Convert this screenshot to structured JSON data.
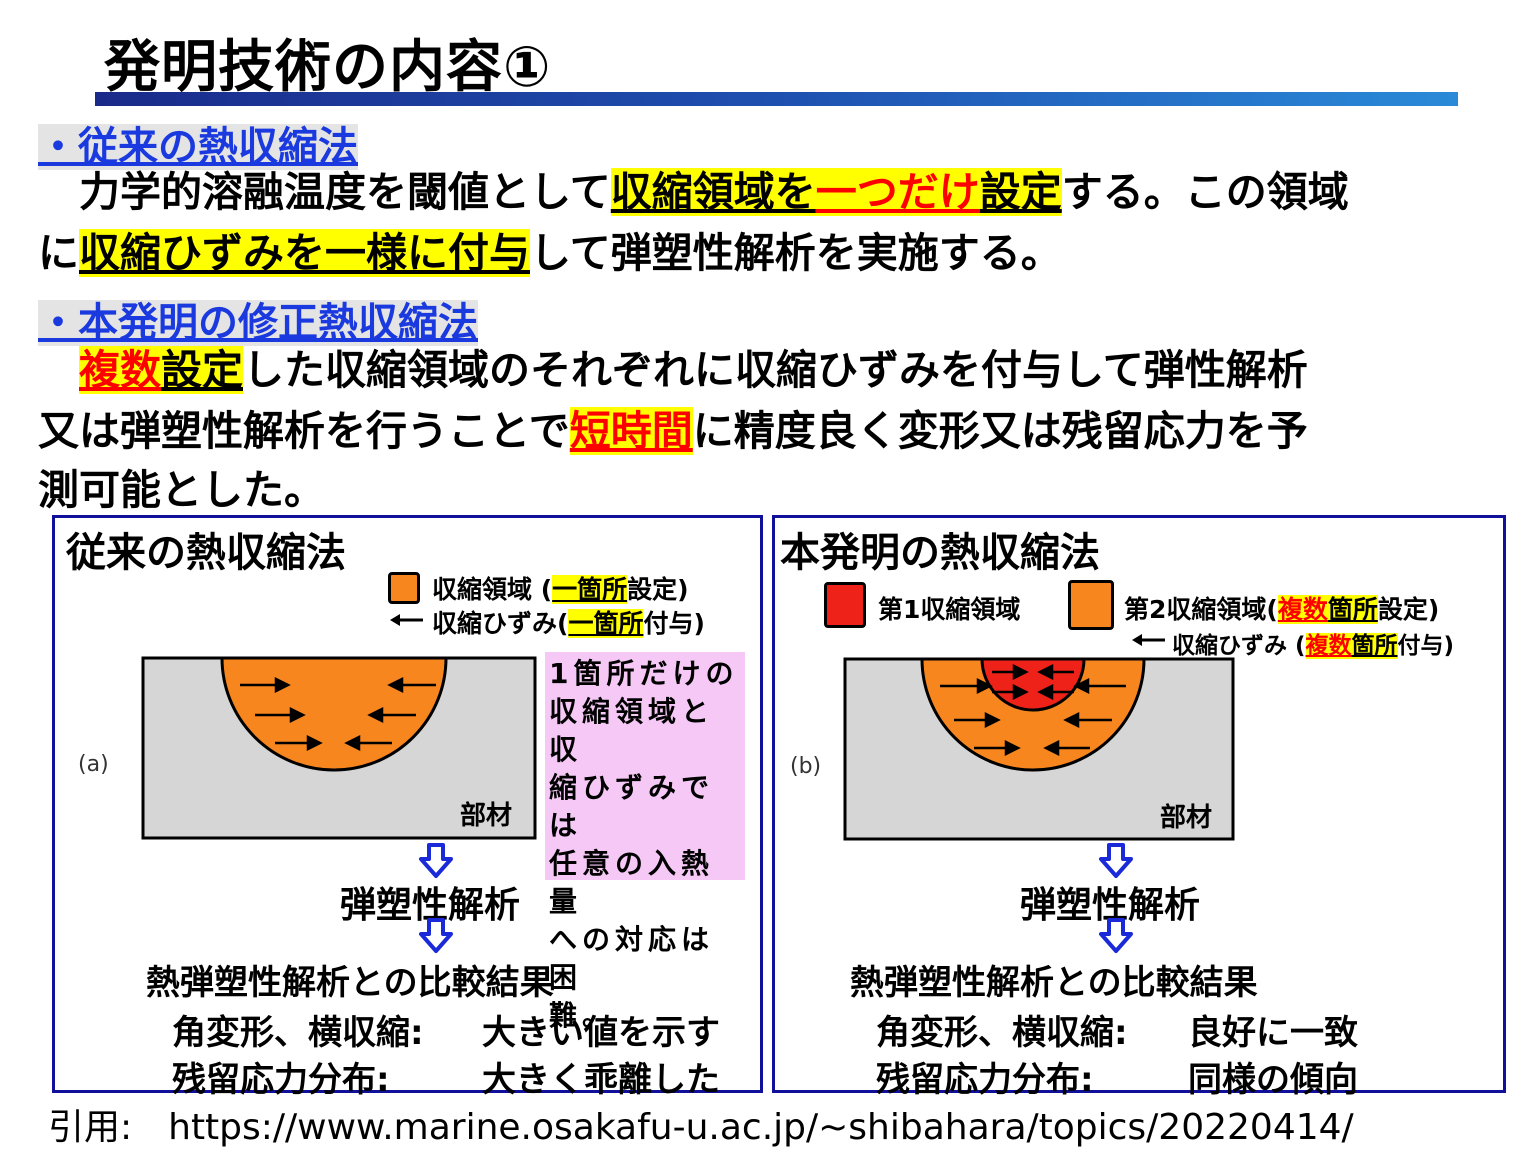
{
  "title": "発明技術の内容①",
  "sections": [
    {
      "heading": "・従来の熱収縮法",
      "lines": [
        [
          "　力学的溶融温度を閾値として",
          "収縮領域を",
          "一つだけ",
          "設定",
          "する。この領域"
        ],
        [
          "に",
          "収縮ひずみを一様に付与",
          "して弾塑性解析を実施する。"
        ]
      ]
    },
    {
      "heading": "・本発明の修正熱収縮法",
      "lines": [
        [
          "　",
          "複数",
          "設定",
          "した収縮領域のそれぞれに収縮ひずみを付与して弾性解析"
        ],
        [
          "又は弾塑性解析を行うことで",
          "短時間",
          "に精度良く変形又は残留応力を予"
        ],
        [
          "測可能とした。"
        ]
      ]
    }
  ],
  "panel_a": {
    "title": "従来の熱収縮法",
    "legend_region": [
      "収縮領域 (",
      "一箇所",
      "設定)"
    ],
    "legend_strain": [
      "収縮ひずみ(",
      "一箇所",
      "付与)"
    ],
    "label": "(a)",
    "member": "部材",
    "note": "1箇所だけの\n収縮領域と収\n縮ひずみでは\n任意の入熱量\nへの対応は困\n難。",
    "analysis": "弾塑性解析",
    "comparison": "熱弾塑性解析との比較結果",
    "result1_label": "角変形、横収縮:",
    "result1_value": "大きい値を示す",
    "result2_label": "残留応力分布:",
    "result2_value": "大きく乖離した"
  },
  "panel_b": {
    "title": "本発明の熱収縮法",
    "legend_region1": "第1収縮領域",
    "legend_region2": [
      "第2収縮領域(",
      "複数",
      "箇所",
      "設定)"
    ],
    "legend_strain": [
      "収縮ひずみ (",
      "複数",
      "箇所",
      "付与)"
    ],
    "label": "(b)",
    "member": "部材",
    "analysis": "弾塑性解析",
    "comparison": "熱弾塑性解析との比較結果",
    "result1_label": "角変形、横収縮:",
    "result1_value": "良好に一致",
    "result2_label": "残留応力分布:",
    "result2_value": "同様の傾向"
  },
  "citation": "引用:　https://www.marine.osakafu-u.ac.jp/~shibahara/topics/20220414/",
  "colors": {
    "heading_blue": "#1a3adf",
    "highlight_yellow": "#ffff00",
    "emphasis_red": "#ff0000",
    "region_orange": "#f7861f",
    "region_red": "#ee2218",
    "member_gray": "#d6d6d6",
    "panel_border": "#10109a",
    "arrow_blue": "#1a2ad8",
    "note_pink": "#f5c8f5"
  },
  "icons": [
    "hollow-down-arrow-icon",
    "left-arrow-icon",
    "right-arrow-icon"
  ]
}
